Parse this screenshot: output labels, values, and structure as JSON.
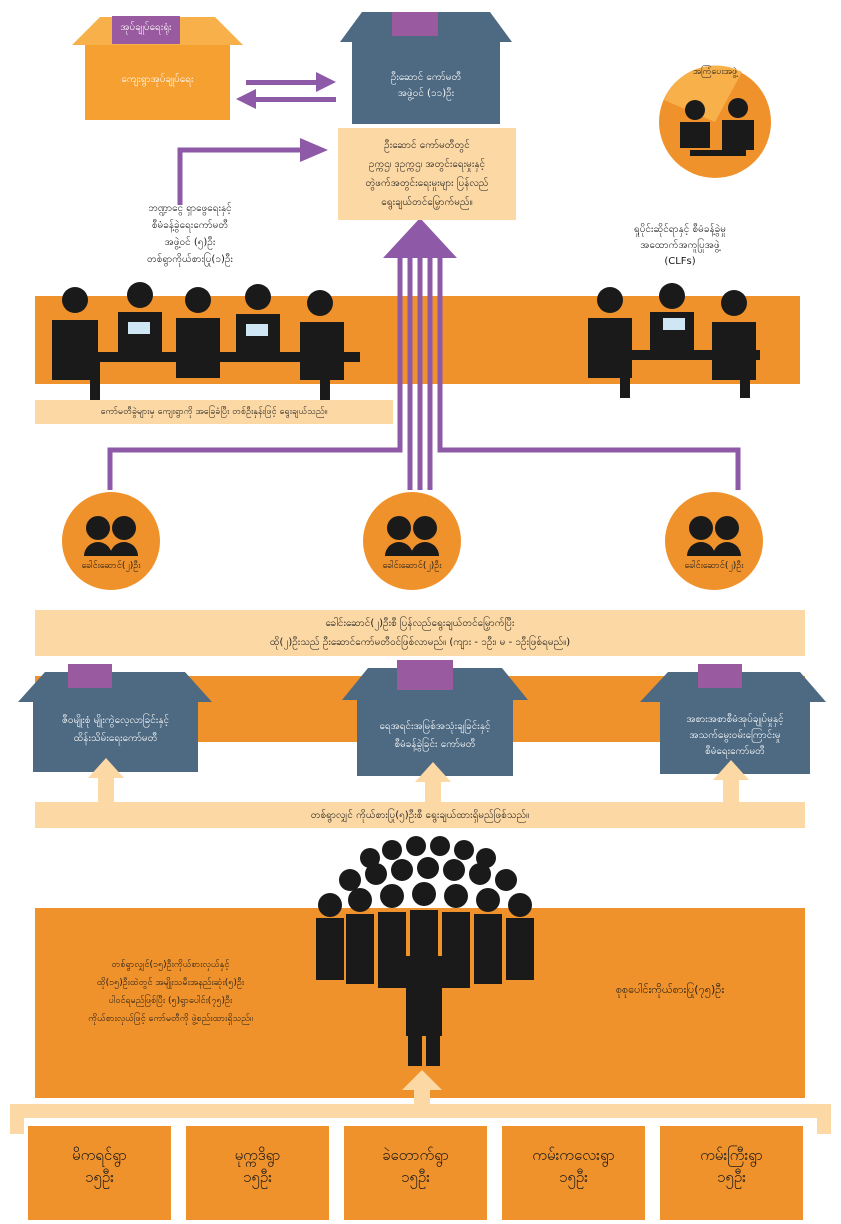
{
  "top": {
    "office_tag": "အုပ်ချုပ်ရေးရုံး",
    "office_label": "ကျေးရွာအုပ်ချုပ်ရေး",
    "lead_committee": "ဦးဆောင် ကော်မတီ\nအဖွဲ့ဝင် (၁၁)ဦး",
    "lead_note": "ဦးဆောင် ကော်မတီတွင်\nဥက္ကဌ၊ ဒုဥက္ကဌ၊ အတွင်းရေးမှုးနှင့်\nတွဲဖက်အတွင်းရေးမှုးများ ပြန်လည်\nရွေးချယ်တင်မြှောက်မည်။",
    "facilitator_label": "အကြံပေးအဖွဲ့"
  },
  "middle": {
    "finance_note": "ဘဏ္ဍာငွေ ရှာဖွေရေးနှင့်\nစီမံခန့်ခွဲရေးကော်မတီ\nအဖွဲ့ဝင် (၅)ဦး\nတစ်ရွာကိုယ်စားပြု(၁)ဦး",
    "clf_note": "ရှုပိုင်းဆိုင်ရာနှင့် စီမံခန့်ခွဲမှု\nအထောက်အကူပြုအဖွဲ့\n(CLFs)",
    "election_note": "ကော်မတီခွဲများမှ ကျေးရွာကို အခြေခံပြီး တစ်ဦးနှန်းဖြင့် ရွေးချယ်သည်။"
  },
  "leaders": {
    "label": "ခေါင်းဆောင်(၂)ဦး",
    "items": [
      "ခေါင်းဆောင်(၂)ဦး",
      "ခေါင်းဆောင်(၂)ဦး",
      "ခေါင်းဆောင်(၂)ဦး"
    ],
    "reelect_note": "ခေါင်းဆောင်(၂)ဦးစီ ပြန်လည်ရွေးချယ်တင်မြှောက်ပြီး\nထို(၂)ဦးသည် ဦးဆောင်ကော်မတီဝင်ဖြစ်လာမည်။ (ကျား - ၁ဦး၊ မ - ၁ဦးဖြစ်ရမည်။)"
  },
  "subcommittees": {
    "items": [
      "ဇီဝမျိုးစုံ မျိုးကွဲလေ့လာခြင်းနှင့်\nထိန်းသိမ်းရေးကော်မတီ",
      "ရေအရင်းအမြစ်အသုံးချခြင်းနှင့်\nစီမံခန့်ခွဲခြင်း ကော်မတီ",
      "အစားအစာစီမံအုပ်ချုပ်မှုနှင့်\nအသက်မွေးဝမ်းကြောင်းမှု\nစီမံရေးကော်မတီ"
    ],
    "per_village_note": "တစ်ရွာလျှင် ကိုယ်စားပြု(၅)ဦးစီ ရွေးချယ်ထားရှိမည်ဖြစ်သည်။"
  },
  "assembly": {
    "left_note": "တစ်ရွာလျှင်(၁၅)ဦးကိုယ်စားလှယ်နှင့်\nထို(၁၅)ဦးထဲတွင် အမျိုးသမီးအနည်းဆုံး(၅)ဦး\nပါဝင်ရမည်ဖြစ်ပြီး (၅)ရွာပေါင်း(၇၅)ဦး\nကိုယ်စားလှယ်ဖြင့် ကော်မတီကို ဖွဲ့စည်းထားရှိသည်။",
    "total_label": "စုစုပေါင်းကိုယ်စားပြု(၇၅)ဦး"
  },
  "villages": [
    "မိကရင်ရွာ\n၁၅ဦး",
    "မုက္ကဒိရွာ\n၁၅ဦး",
    "ခဲတောက်ရွာ\n၁၅ဦး",
    "ကမ်းကလေးရွာ\n၁၅ဦး",
    "ကမ်းကြီးရွာ\n၁၅ဦး"
  ],
  "colors": {
    "orange": "#f0922b",
    "peach": "#fbd8a4",
    "slate": "#4e6a82",
    "purple": "#8e5aa8",
    "ink": "#1a1a1a"
  }
}
